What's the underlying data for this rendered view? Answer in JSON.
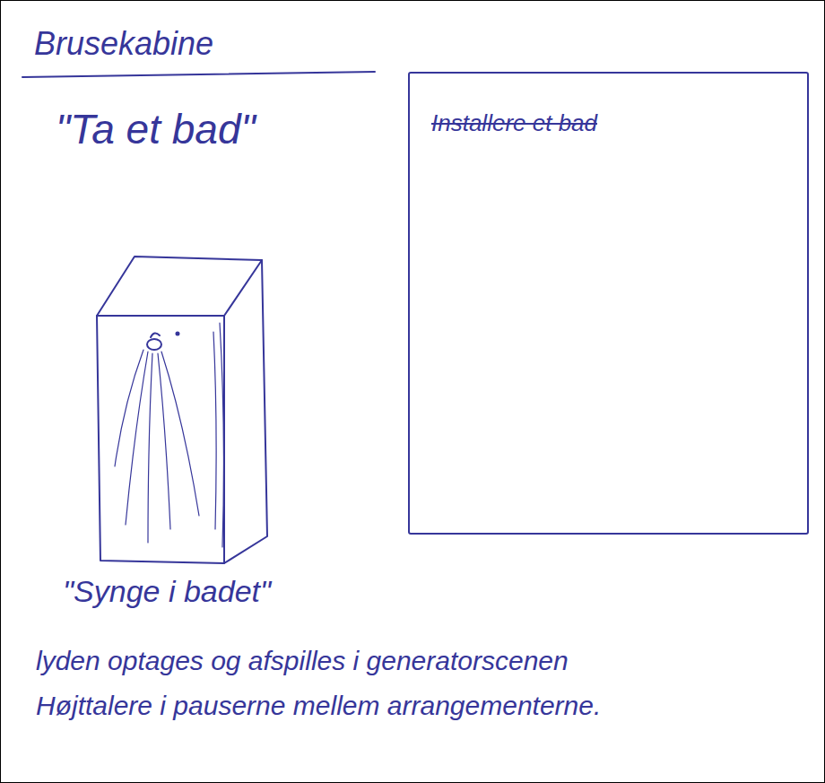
{
  "diagram": {
    "title": "Brusekabine",
    "nodes": [
      {
        "text": [
          "Installere et bad"
        ]
      }
    ],
    "labels": [
      "\"Ta et bad\"",
      "\"Synge i badet\"",
      "lyden optages og afspilles i generatorscenen",
      "Højttalere i pauserne mellem arrangementerne."
    ]
  }
}
